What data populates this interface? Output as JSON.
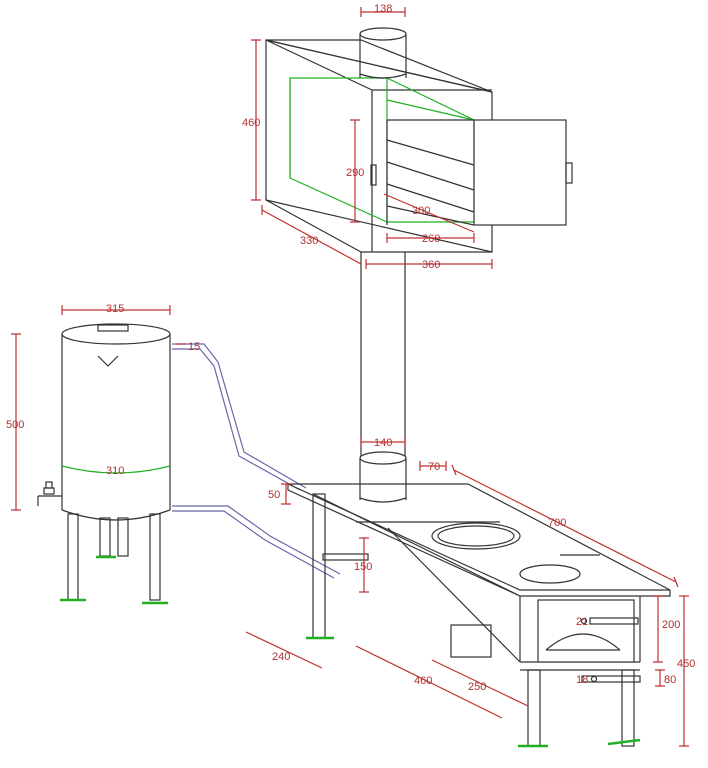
{
  "labels": {
    "d138": "138",
    "d460": "460",
    "d290": "290",
    "d300": "300",
    "d260": "260",
    "d330": "330",
    "d360": "360",
    "d315": "315",
    "d15": "15",
    "d500": "500",
    "d310": "310",
    "d140": "140",
    "d70": "70",
    "d700": "700",
    "d50": "50",
    "d150": "150",
    "d200": "200",
    "d450": "450",
    "d80": "80",
    "d21": "21",
    "d18": "18",
    "d240": "240",
    "d460b": "460",
    "d250": "250"
  },
  "colors": {
    "outline": "#333333",
    "dimension": "#c03030",
    "highlight": "#22b022",
    "pipe": "#6666aa",
    "background": "#ffffff"
  }
}
